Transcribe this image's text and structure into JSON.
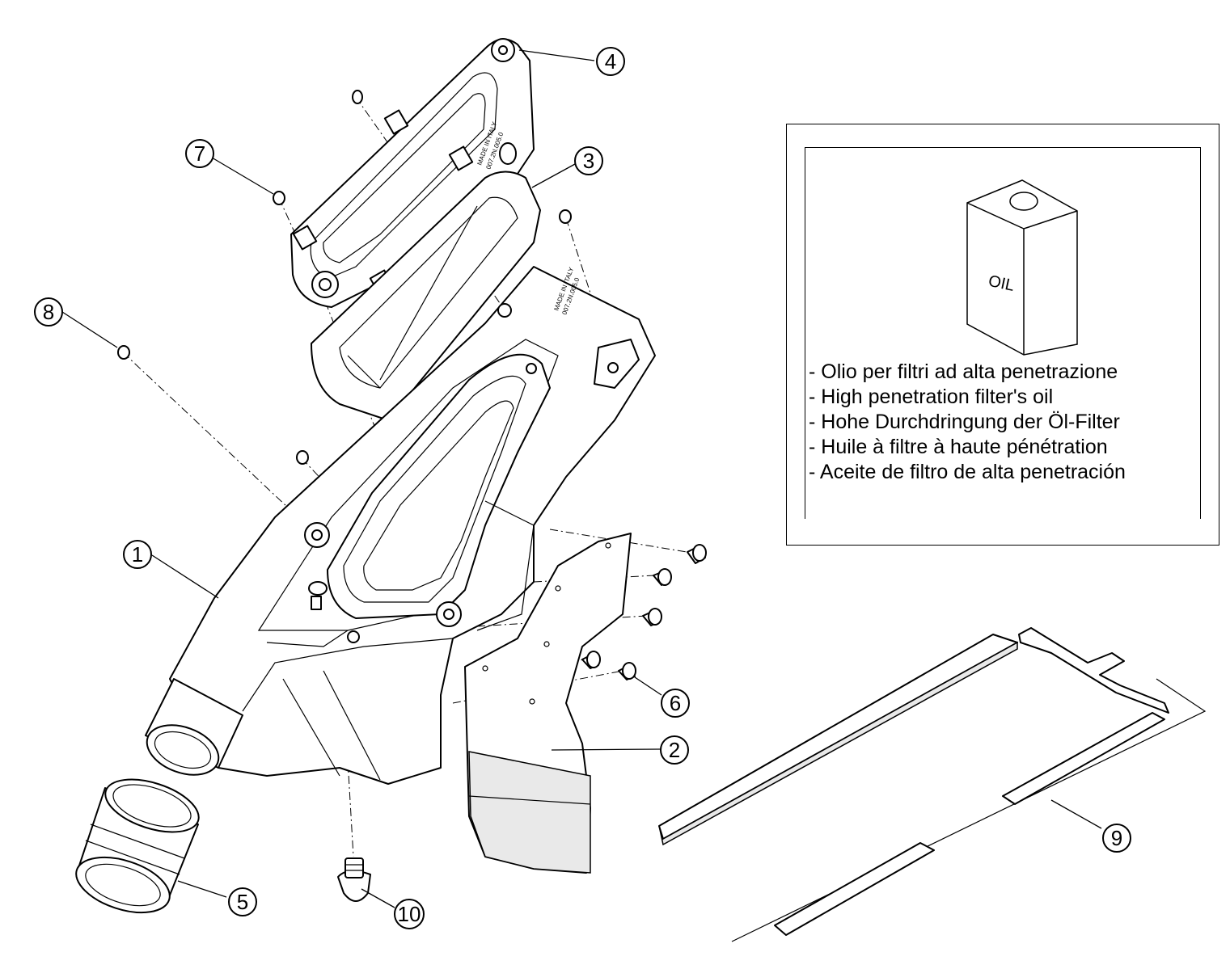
{
  "callouts": [
    {
      "id": "1",
      "label": "1"
    },
    {
      "id": "2",
      "label": "2"
    },
    {
      "id": "3",
      "label": "3"
    },
    {
      "id": "4",
      "label": "4"
    },
    {
      "id": "5",
      "label": "5"
    },
    {
      "id": "6",
      "label": "6"
    },
    {
      "id": "7",
      "label": "7"
    },
    {
      "id": "8",
      "label": "8"
    },
    {
      "id": "9",
      "label": "9"
    },
    {
      "id": "10",
      "label": "10"
    }
  ],
  "part_markings": {
    "cover_line1": "MADE IN ITALY",
    "cover_line2": "007.2N.005.0",
    "body_line1": "MADE IN ITALY",
    "body_line2": "007.2N.005.0"
  },
  "info_box": {
    "can_label": "OIL",
    "lines": [
      "- Olio per filtri ad alta penetrazione",
      "- High penetration filter's oil",
      "- Hohe Durchdringung der Öl-Filter",
      "- Huile à filtre à haute pénétration",
      "- Aceite de filtro de alta penetración"
    ]
  }
}
